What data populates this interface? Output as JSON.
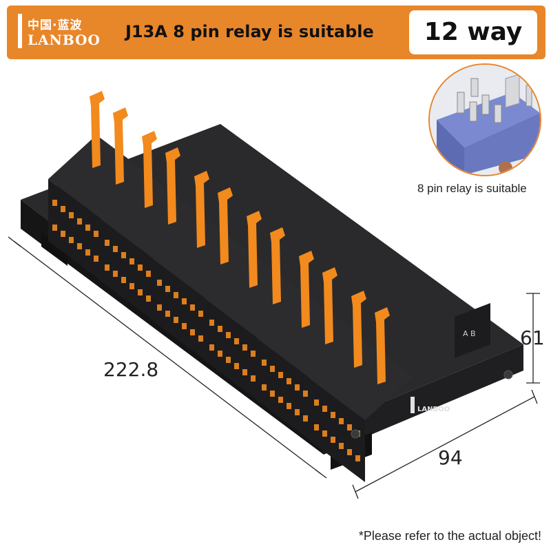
{
  "banner": {
    "logo_cn": "中国·蓝波",
    "logo_en": "LANBOO",
    "title": "J13A  8 pin relay is suitable",
    "way_label": "12 way"
  },
  "product": {
    "module_count": 12,
    "colors": {
      "body": "#1c1c1e",
      "lever": "#f28a1e",
      "accent": "#e8862a",
      "relay": "#7b8ad0"
    },
    "logo_en": "LANBOO"
  },
  "inset": {
    "caption": "8 pin relay is suitable"
  },
  "dimensions": {
    "length": "222.8",
    "width": "94",
    "height": "61"
  },
  "footnote": "*Please refer to the actual object!"
}
